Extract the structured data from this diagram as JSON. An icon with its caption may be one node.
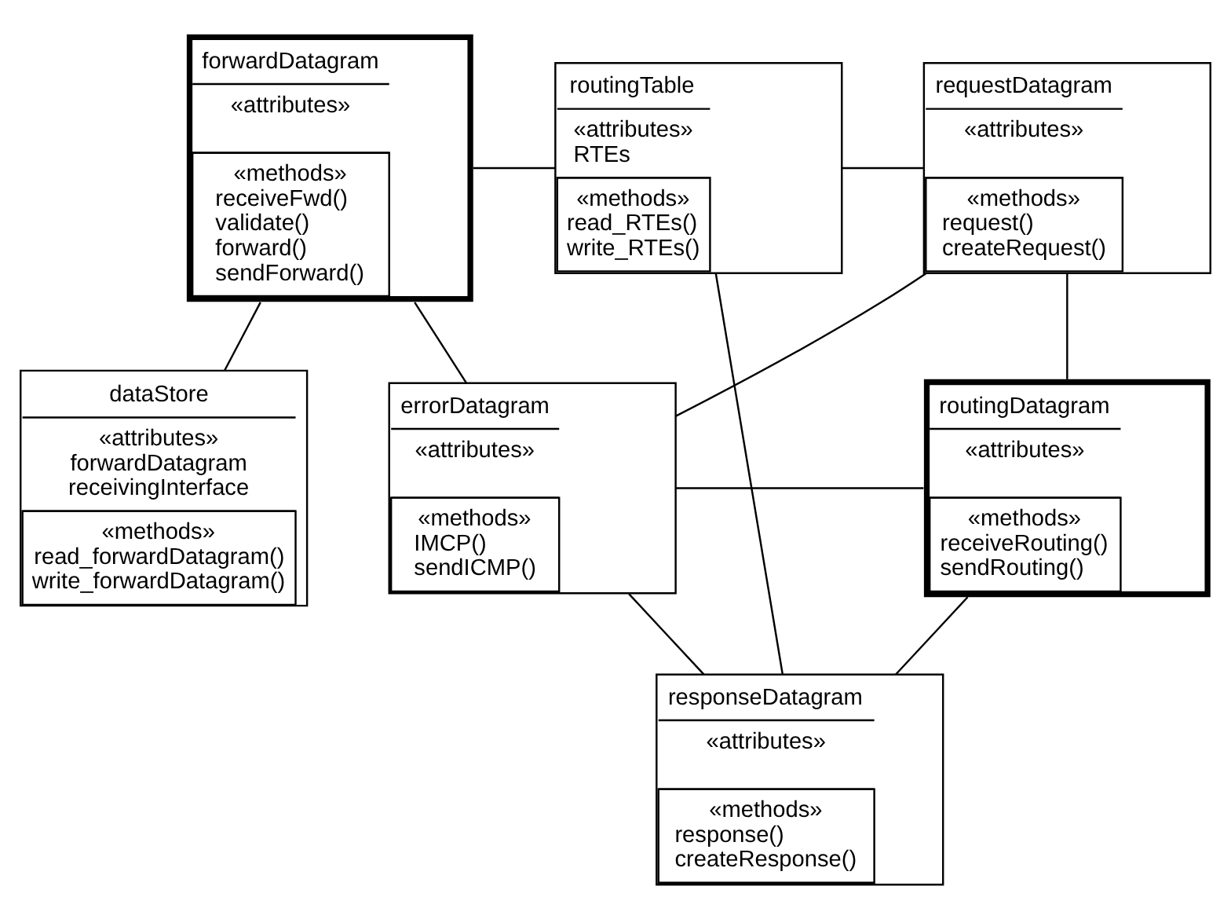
{
  "diagram": {
    "nodes": [
      {
        "text": [
          "forwardDatagram",
          "«attributes»",
          "«methods»",
          "receiveFwd()",
          "validate()",
          "forward()",
          "sendForward()"
        ]
      },
      {
        "text": [
          "routingTable",
          "«attributes»",
          "RTEs",
          "«methods»",
          "read_RTEs()",
          "write_RTEs()"
        ]
      },
      {
        "text": [
          "requestDatagram",
          "«attributes»",
          "«methods»",
          "request()",
          "createRequest()"
        ]
      },
      {
        "text": [
          "dataStore",
          "«attributes»",
          "forwardDatagram",
          "receivingInterface",
          "«methods»",
          "read_forwardDatagram()",
          "write_forwardDatagram()"
        ]
      },
      {
        "text": [
          "errorDatagram",
          "«attributes»",
          "«methods»",
          "IMCP()",
          "sendICMP()"
        ]
      },
      {
        "text": [
          "routingDatagram",
          "«attributes»",
          "«methods»",
          "receiveRouting()",
          "sendRouting()"
        ]
      },
      {
        "text": [
          "responseDatagram",
          "«attributes»",
          "«methods»",
          "response()",
          "createResponse()"
        ]
      }
    ],
    "edges": [
      {
        "from": 0,
        "to": 1,
        "arrow": "none"
      },
      {
        "from": 1,
        "to": 2,
        "arrow": "none"
      },
      {
        "from": 0,
        "to": 3,
        "arrow": "none"
      },
      {
        "from": 0,
        "to": 4,
        "arrow": "none"
      },
      {
        "from": 1,
        "to": 6,
        "arrow": "none"
      },
      {
        "from": 2,
        "to": 4,
        "arrow": "none"
      },
      {
        "from": 2,
        "to": 5,
        "arrow": "none"
      },
      {
        "from": 4,
        "to": 5,
        "arrow": "none"
      },
      {
        "from": 5,
        "to": 6,
        "arrow": "none"
      },
      {
        "from": 4,
        "to": 6,
        "arrow": "none"
      }
    ]
  }
}
